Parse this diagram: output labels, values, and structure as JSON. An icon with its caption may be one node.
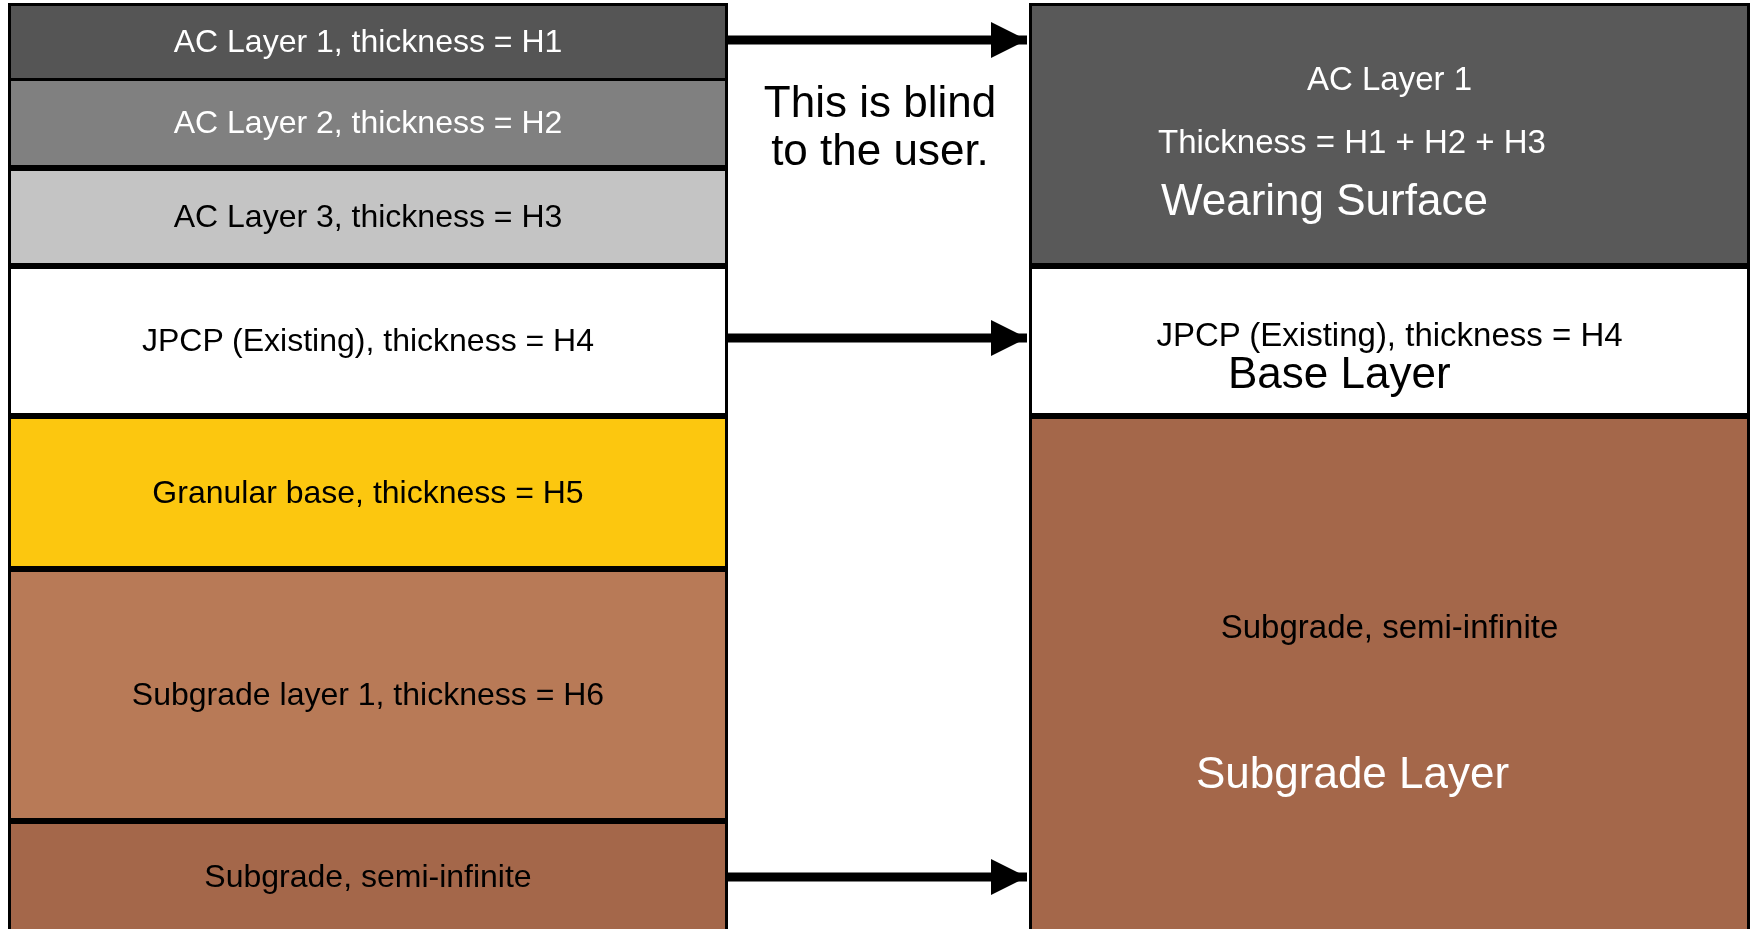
{
  "diagram": {
    "nodes": [
      {
        "text": [
          "AC Layer 1, thickness = H1"
        ]
      },
      {
        "text": [
          "AC Layer 2, thickness = H2"
        ]
      },
      {
        "text": [
          "AC Layer 3, thickness = H3"
        ]
      },
      {
        "text": [
          "JPCP (Existing), thickness = H4"
        ]
      },
      {
        "text": [
          "Granular base, thickness = H5"
        ]
      },
      {
        "text": [
          "Subgrade layer 1, thickness = H6"
        ]
      },
      {
        "text": [
          "Subgrade, semi-infinite"
        ]
      },
      {
        "text": [
          "AC Layer 1",
          "Thickness = H1 + H2 + H3",
          "Wearing Surface"
        ]
      },
      {
        "text": [
          "JPCP (Existing), thickness = H4",
          "Base Layer"
        ]
      },
      {
        "text": [
          "Subgrade, semi-infinite",
          "Subgrade Layer"
        ]
      }
    ],
    "edges": [
      {
        "from": 0,
        "to": 7,
        "arrow": "to"
      },
      {
        "from": 3,
        "to": 8,
        "arrow": "to"
      },
      {
        "from": 6,
        "to": 9,
        "arrow": "to"
      }
    ],
    "labels": [
      "This is blind to the user."
    ]
  }
}
